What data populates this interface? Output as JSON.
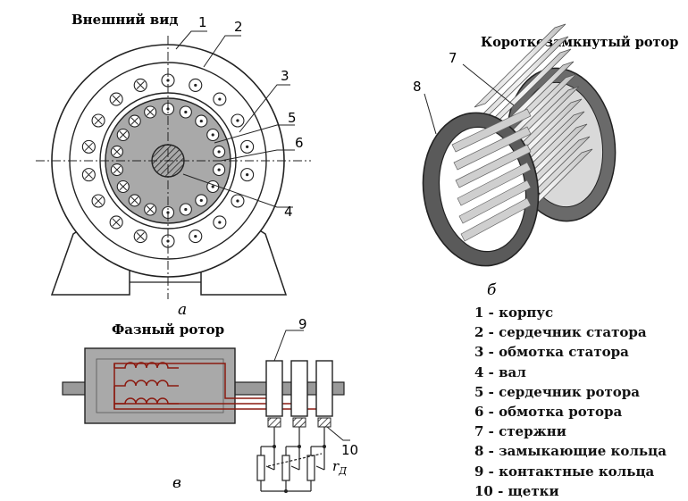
{
  "titles": {
    "external_view": "Внешний вид",
    "squirrel_rotor": "Короткозамкнутый ротор",
    "wound_rotor": "Фазный ротор"
  },
  "panel_labels": {
    "a": "а",
    "b": "б",
    "v": "в"
  },
  "callouts": {
    "n1": "1",
    "n2": "2",
    "n3": "3",
    "n4": "4",
    "n5": "5",
    "n6": "6",
    "n7": "7",
    "n8": "8",
    "n9": "9",
    "n10": "10"
  },
  "resistor_label": "r",
  "resistor_sub": "Д",
  "legend": [
    "1 - корпус",
    "2 - сердечник статора",
    "3 - обмотка статора",
    "4 - вал",
    "5 - сердечник ротора",
    "6 - обмотка ротора",
    "7 - стержни",
    "8 - замыкающие кольца",
    "9 - контактные кольца",
    "10 - щетки"
  ],
  "colors": {
    "rotor_core": "#a9a9a9",
    "housing_fill": "#ffffff",
    "ring_dark": "#5a5a5a",
    "winding_red": "#8b1a10",
    "shaft": "#9a9a9a"
  }
}
